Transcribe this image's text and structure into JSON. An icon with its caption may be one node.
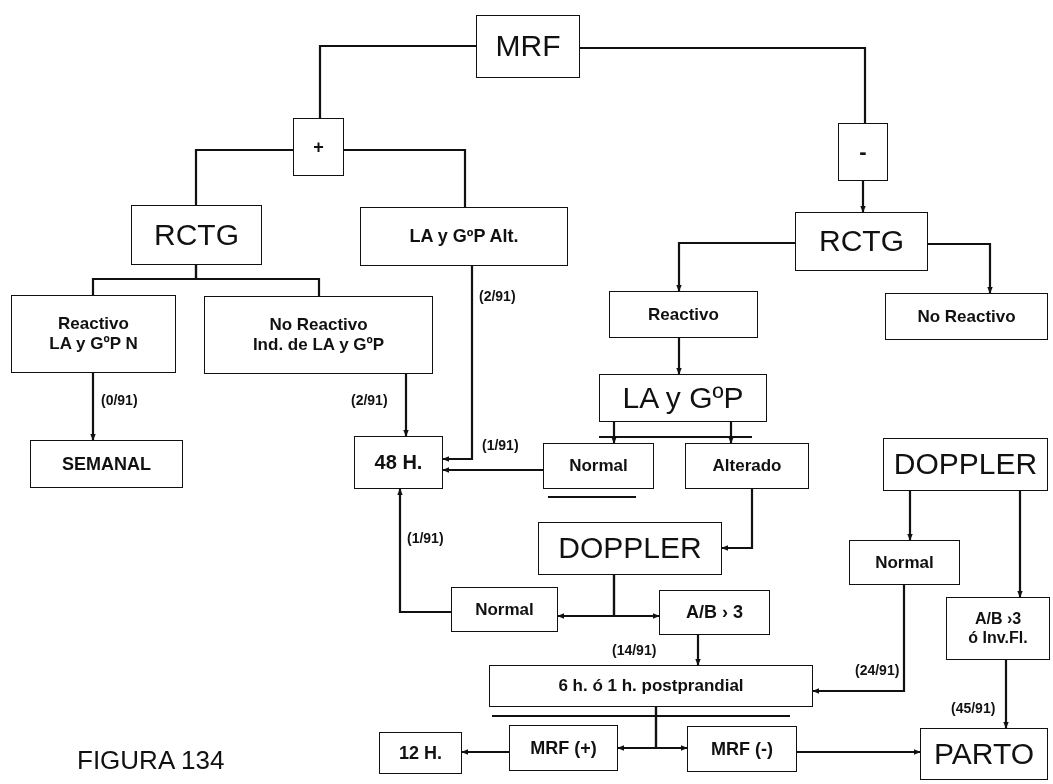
{
  "diagram": {
    "caption": "FIGURA 134",
    "nodes": [
      {
        "text": [
          "MRF"
        ]
      },
      {
        "text": [
          "+"
        ]
      },
      {
        "text": [
          "-"
        ]
      },
      {
        "text": [
          "RCTG"
        ]
      },
      {
        "text": [
          "LA y GºP Alt."
        ]
      },
      {
        "text": [
          "RCTG"
        ]
      },
      {
        "text": [
          "Reactivo",
          "LA y GºP N"
        ]
      },
      {
        "text": [
          "No Reactivo",
          "Ind. de LA y GºP"
        ]
      },
      {
        "text": [
          "Reactivo"
        ]
      },
      {
        "text": [
          "No Reactivo"
        ]
      },
      {
        "text": [
          "LA y GºP"
        ]
      },
      {
        "text": [
          "SEMANAL"
        ]
      },
      {
        "text": [
          "48 H."
        ]
      },
      {
        "text": [
          "Normal"
        ]
      },
      {
        "text": [
          "Alterado"
        ]
      },
      {
        "text": [
          "DOPPLER"
        ]
      },
      {
        "text": [
          "DOPPLER"
        ]
      },
      {
        "text": [
          "Normal"
        ]
      },
      {
        "text": [
          "Normal"
        ]
      },
      {
        "text": [
          "A/B › 3"
        ]
      },
      {
        "text": [
          "A/B ›3",
          "ó Inv.Fl."
        ]
      },
      {
        "text": [
          "6 h. ó 1 h. postprandial"
        ]
      },
      {
        "text": [
          "12 H."
        ]
      },
      {
        "text": [
          "MRF (+)"
        ]
      },
      {
        "text": [
          "MRF (-)"
        ]
      },
      {
        "text": [
          "PARTO"
        ]
      }
    ],
    "edges": [
      {
        "from": 0,
        "to": 1,
        "arrow": "none"
      },
      {
        "from": 0,
        "to": 2,
        "arrow": "none"
      },
      {
        "from": 1,
        "to": 3,
        "arrow": "none"
      },
      {
        "from": 1,
        "to": 4,
        "arrow": "none"
      },
      {
        "from": 2,
        "to": 5,
        "arrow": "to"
      },
      {
        "from": 3,
        "to": 6,
        "arrow": "none"
      },
      {
        "from": 3,
        "to": 7,
        "arrow": "none"
      },
      {
        "from": 5,
        "to": 8,
        "arrow": "to"
      },
      {
        "from": 5,
        "to": 9,
        "arrow": "to"
      },
      {
        "from": 8,
        "to": 10,
        "arrow": "to"
      },
      {
        "from": 6,
        "to": 11,
        "arrow": "to",
        "label": "(0/91)"
      },
      {
        "from": 7,
        "to": 12,
        "arrow": "to",
        "label": "(2/91)"
      },
      {
        "from": 4,
        "to": 12,
        "arrow": "to",
        "label": "(2/91)"
      },
      {
        "from": 13,
        "to": 12,
        "arrow": "to",
        "label": "(1/91)"
      },
      {
        "from": 10,
        "to": 13,
        "arrow": "to"
      },
      {
        "from": 10,
        "to": 14,
        "arrow": "to"
      },
      {
        "from": 14,
        "to": 16,
        "arrow": "to"
      },
      {
        "from": 15,
        "to": 17,
        "arrow": "to"
      },
      {
        "from": 15,
        "to": 20,
        "arrow": "to"
      },
      {
        "from": 16,
        "to": 18,
        "arrow": "to"
      },
      {
        "from": 16,
        "to": 19,
        "arrow": "to"
      },
      {
        "from": 18,
        "to": 12,
        "arrow": "to",
        "label": "(1/91)"
      },
      {
        "from": 19,
        "to": 21,
        "arrow": "to",
        "label": "(14/91)"
      },
      {
        "from": 17,
        "to": 21,
        "arrow": "to",
        "label": "(24/91)"
      },
      {
        "from": 20,
        "to": 25,
        "arrow": "to",
        "label": "(45/91)"
      },
      {
        "from": 21,
        "to": 23,
        "arrow": "to"
      },
      {
        "from": 21,
        "to": 24,
        "arrow": "to"
      },
      {
        "from": 23,
        "to": 22,
        "arrow": "to"
      },
      {
        "from": 24,
        "to": 25,
        "arrow": "to"
      }
    ]
  }
}
